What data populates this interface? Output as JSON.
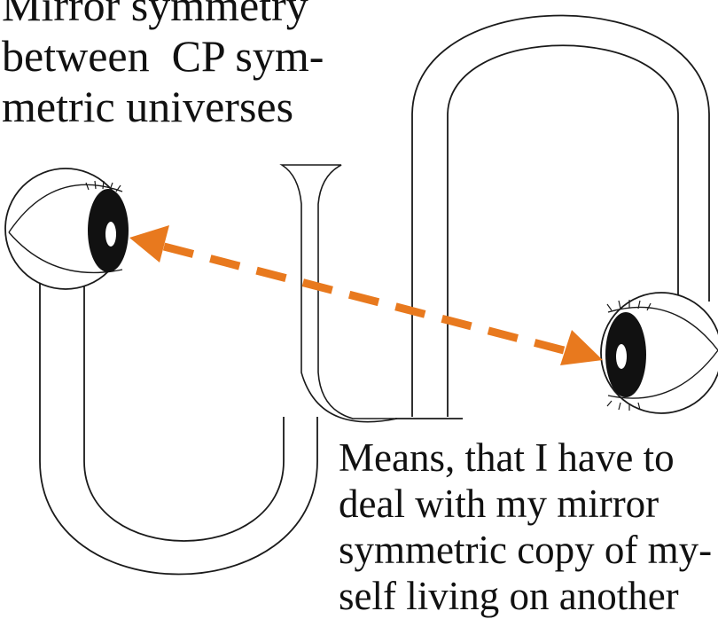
{
  "title": {
    "lines": [
      "Mirror symmetry",
      "between  CP sym-",
      "metric universes"
    ]
  },
  "caption": {
    "lines": [
      "Means, that I have to",
      "deal with my mirror",
      "symmetric copy of my-",
      "self living on another"
    ]
  },
  "colors": {
    "line": "#1a1a1a",
    "arrow": "#e8791e",
    "pupil": "#111111",
    "background": "#ffffff"
  },
  "icons": {
    "left_eye": "eye-looking-right",
    "right_eye": "eye-looking-left",
    "arrow": "dashed-double-headed-arrow"
  }
}
